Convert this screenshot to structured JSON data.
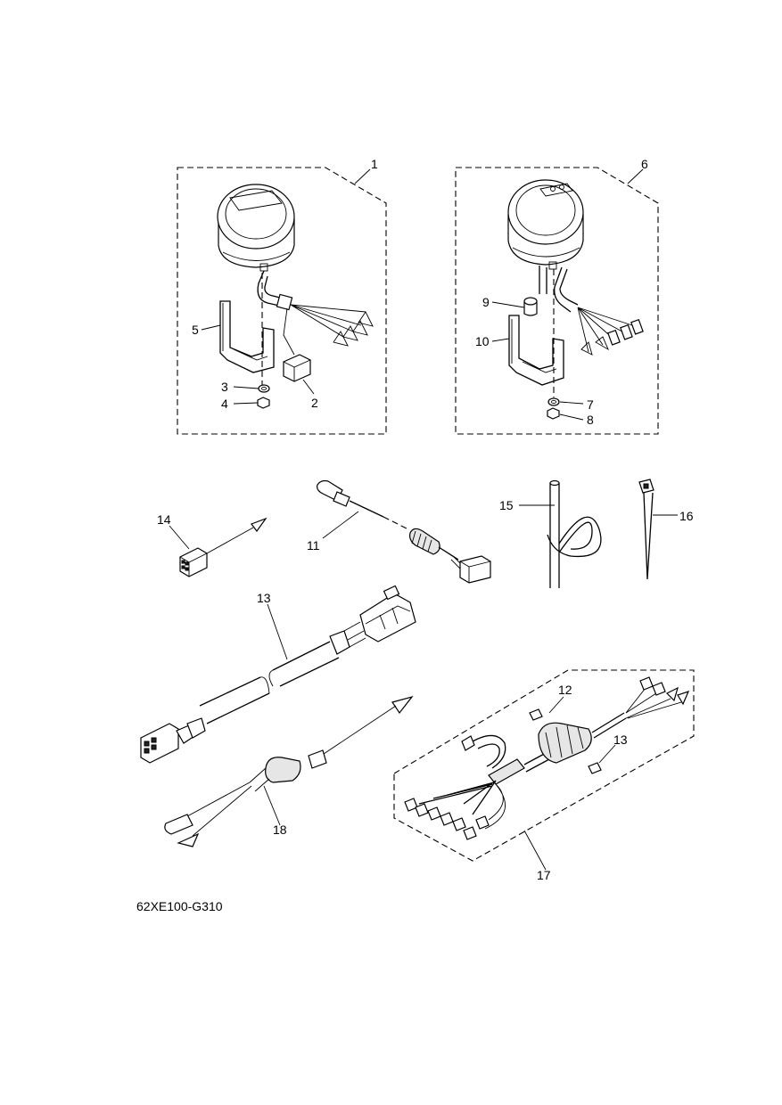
{
  "diagram_code": "62XE100-G310",
  "callouts": [
    "1",
    "2",
    "3",
    "4",
    "5",
    "6",
    "7",
    "8",
    "9",
    "10",
    "11",
    "12",
    "13",
    "13",
    "14",
    "15",
    "16",
    "17",
    "18"
  ]
}
